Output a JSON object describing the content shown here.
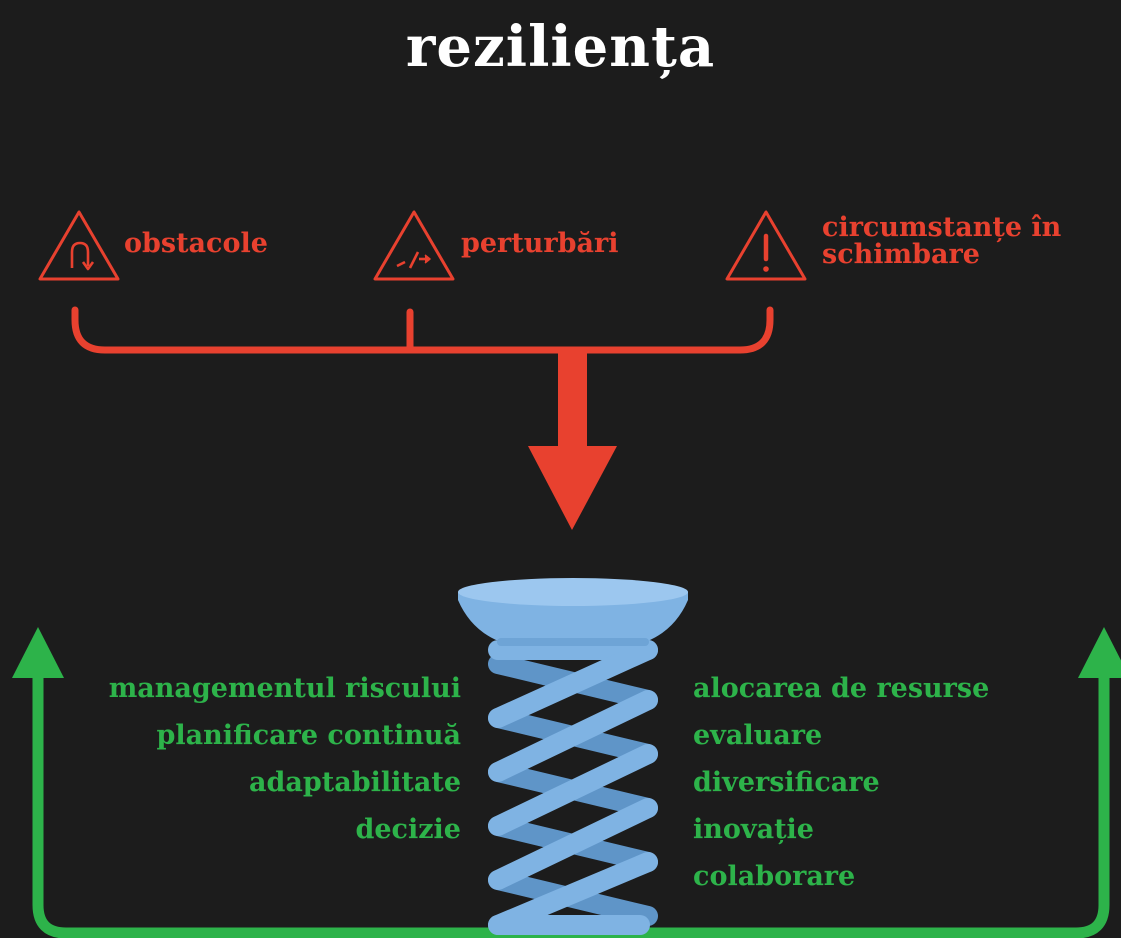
{
  "title": "reziliența",
  "colors": {
    "background": "#1c1c1c",
    "challenge": "#e8412f",
    "strategy": "#2db34a",
    "spring": "#7fb3e3"
  },
  "challenges": [
    {
      "label": "obstacole",
      "icon": "u-turn-warning-icon"
    },
    {
      "label": "perturbări",
      "icon": "disruption-warning-icon"
    },
    {
      "label_line1": "circumstanțe în",
      "label_line2": "schimbare",
      "icon": "exclamation-warning-icon"
    }
  ],
  "strategies_left": [
    "managementul riscului",
    "planificare continuă",
    "adaptabilitate",
    "decizie"
  ],
  "strategies_right": [
    "alocarea de resurse",
    "evaluare",
    "diversificare",
    "inovație",
    "colaborare"
  ]
}
